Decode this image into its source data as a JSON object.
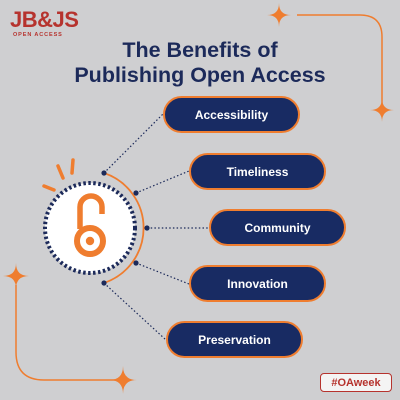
{
  "logo": {
    "text": "JB&JS",
    "subtitle": "OPEN ACCESS"
  },
  "title": {
    "line1": "The Benefits of",
    "line2": "Publishing Open Access"
  },
  "benefits": [
    {
      "label": "Accessibility"
    },
    {
      "label": "Timeliness"
    },
    {
      "label": "Community"
    },
    {
      "label": "Innovation"
    },
    {
      "label": "Preservation"
    }
  ],
  "hashtag": "#OAweek",
  "icons": {
    "center": "open-access-lock-icon",
    "decor": "sparkle-icon"
  },
  "colors": {
    "background": "#cfcfd1",
    "navy": "#182b63",
    "orange": "#ef7d2f",
    "red": "#b6332e",
    "white": "#ffffff"
  }
}
